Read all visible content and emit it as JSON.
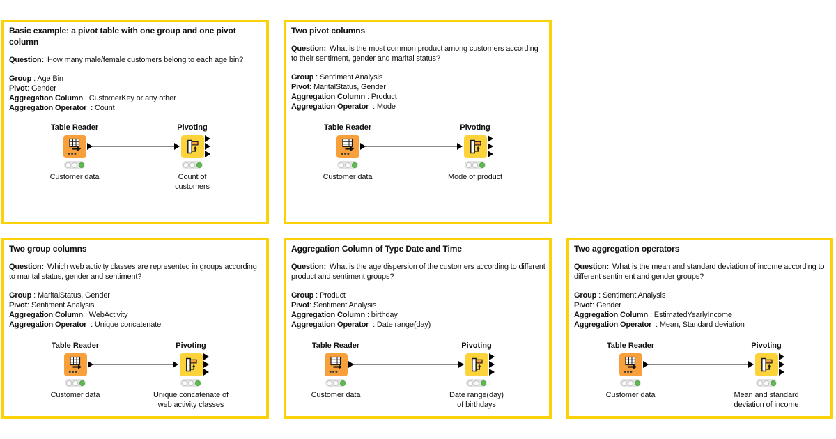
{
  "colors": {
    "panel_border": "#FBD108",
    "reader_node": "#F8A13C",
    "pivot_node": "#FDD33C",
    "status_green": "#5FBA50",
    "edge_gray": "#8A8A8A"
  },
  "panels": [
    {
      "title": "Basic example: a pivot table with one group and one pivot column",
      "question_label": "Question:",
      "question": "How many male/female customers belong to each age bin?",
      "fields": [
        {
          "b": "Group",
          "t": " : Age Bin"
        },
        {
          "b": "Pivot",
          "t": ": Gender"
        },
        {
          "b": "Aggregation Column",
          "t": " : CustomerKey or any other"
        },
        {
          "b": "Aggregation Operator",
          "t": "  : Count"
        }
      ],
      "reader": {
        "name": "Table Reader",
        "caption": "Customer data"
      },
      "pivot": {
        "name": "Pivoting",
        "caption": "Count of\ncustomers"
      }
    },
    {
      "title": "Two pivot columns",
      "question_label": "Question:",
      "question": "What is the most common product among customers according to their sentiment, gender and marital status?",
      "fields": [
        {
          "b": "Group",
          "t": " : Sentiment Analysis"
        },
        {
          "b": "Pivot",
          "t": ": MaritalStatus, Gender"
        },
        {
          "b": "Aggregation Column",
          "t": " : Product"
        },
        {
          "b": "Aggregation Operator",
          "t": "  : Mode"
        }
      ],
      "reader": {
        "name": "Table Reader",
        "caption": "Customer data"
      },
      "pivot": {
        "name": "Pivoting",
        "caption": "Mode of product"
      }
    },
    {
      "title": "Two group columns",
      "question_label": "Question:",
      "question": "Which web activity classes are represented in groups according to marital status, gender and sentiment?",
      "fields": [
        {
          "b": "Group",
          "t": " : MaritalStatus, Gender"
        },
        {
          "b": "Pivot",
          "t": ": Sentiment Analysis"
        },
        {
          "b": "Aggregation Column",
          "t": " : WebActivity"
        },
        {
          "b": "Aggregation Operator",
          "t": "  : Unique concatenate"
        }
      ],
      "reader": {
        "name": "Table Reader",
        "caption": "Customer data"
      },
      "pivot": {
        "name": "Pivoting",
        "caption": "Unique concatenate of\nweb activity classes"
      }
    },
    {
      "title": "Aggregation Column of Type Date and Time",
      "question_label": "Question:",
      "question": "What is the age dispersion of the customers according to different product and sentiment groups?",
      "fields": [
        {
          "b": "Group",
          "t": " : Product"
        },
        {
          "b": "Pivot",
          "t": ": Sentiment Analysis"
        },
        {
          "b": "Aggregation Column",
          "t": " : birthday"
        },
        {
          "b": "Aggregation Operator",
          "t": "  : Date range(day)"
        }
      ],
      "reader": {
        "name": "Table Reader",
        "caption": "Customer data"
      },
      "pivot": {
        "name": "Pivoting",
        "caption": "Date range(day)\nof birthdays"
      }
    },
    {
      "title": "Two aggregation operators",
      "question_label": "Question:",
      "question": "What is the mean and standard deviation of income according to different sentiment and gender groups?",
      "fields": [
        {
          "b": "Group",
          "t": " : Sentiment Analysis"
        },
        {
          "b": "Pivot",
          "t": ": Gender"
        },
        {
          "b": "Aggregation Column",
          "t": " : EstimatedYearlyIncome"
        },
        {
          "b": "Aggregation Operator",
          "t": "  : Mean, Standard deviation"
        }
      ],
      "reader": {
        "name": "Table Reader",
        "caption": "Customer data"
      },
      "pivot": {
        "name": "Pivoting",
        "caption": "Mean and standard\ndeviation of income"
      }
    }
  ]
}
